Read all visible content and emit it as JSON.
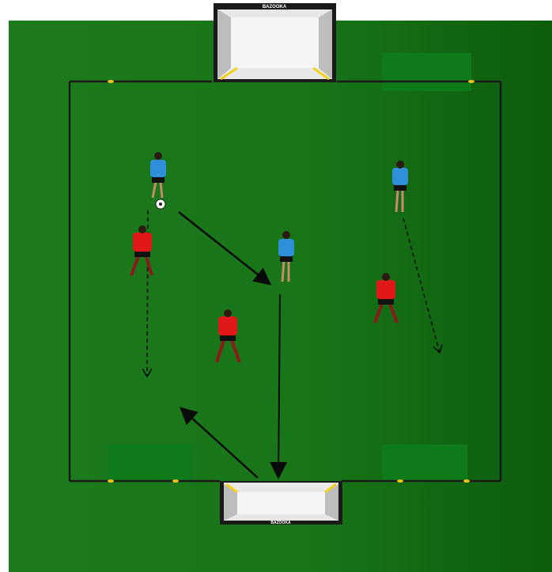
{
  "drill": {
    "top_goal_brand": "BAZOOKA",
    "bottom_goal_brand": "BAZOOKA",
    "ball_icon": "soccer-ball-icon",
    "colors": {
      "pitch": "#177517",
      "pitch_dark": "#0d5c0d",
      "boundary": "#1a1a1a",
      "patch": "#0f7a1a",
      "attacker_shirt": "#2f8fd8",
      "defender_shirt": "#e01818",
      "arrow": "#0a0a0a",
      "cone": "#f0c419"
    },
    "players": {
      "attackers": 3,
      "defenders": 3
    }
  }
}
